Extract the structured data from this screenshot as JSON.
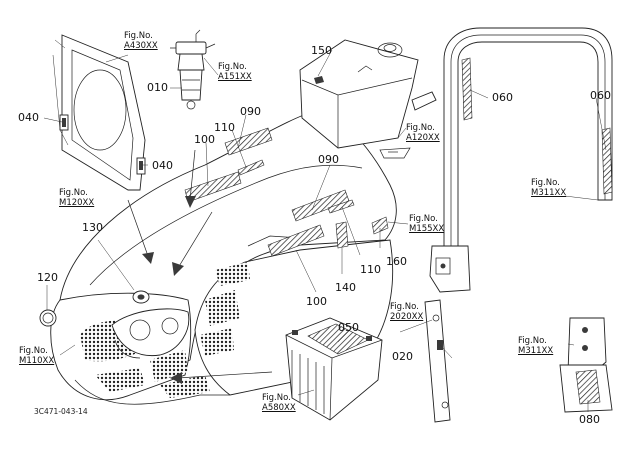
{
  "parts": {
    "p010": "010",
    "p020": "020",
    "p040a": "040",
    "p040b": "040",
    "p050": "050",
    "p060a": "060",
    "p060b": "060",
    "p080": "080",
    "p090a": "090",
    "p090b": "090",
    "p100a": "100",
    "p100b": "100",
    "p110a": "110",
    "p110b": "110",
    "p120": "120",
    "p130": "130",
    "p140": "140",
    "p150": "150",
    "p160": "160"
  },
  "figs": {
    "fig_label": "Fig.No.",
    "a430": "A430XX",
    "a151": "A151XX",
    "a120": "A120XX",
    "m120": "M120XX",
    "m155": "M155XX",
    "m311a": "M311XX",
    "m311b": "M311XX",
    "code2020": "2020XX",
    "m110": "M110XX",
    "a580": "A580XX"
  },
  "drawing_code": "3C471-043-14"
}
